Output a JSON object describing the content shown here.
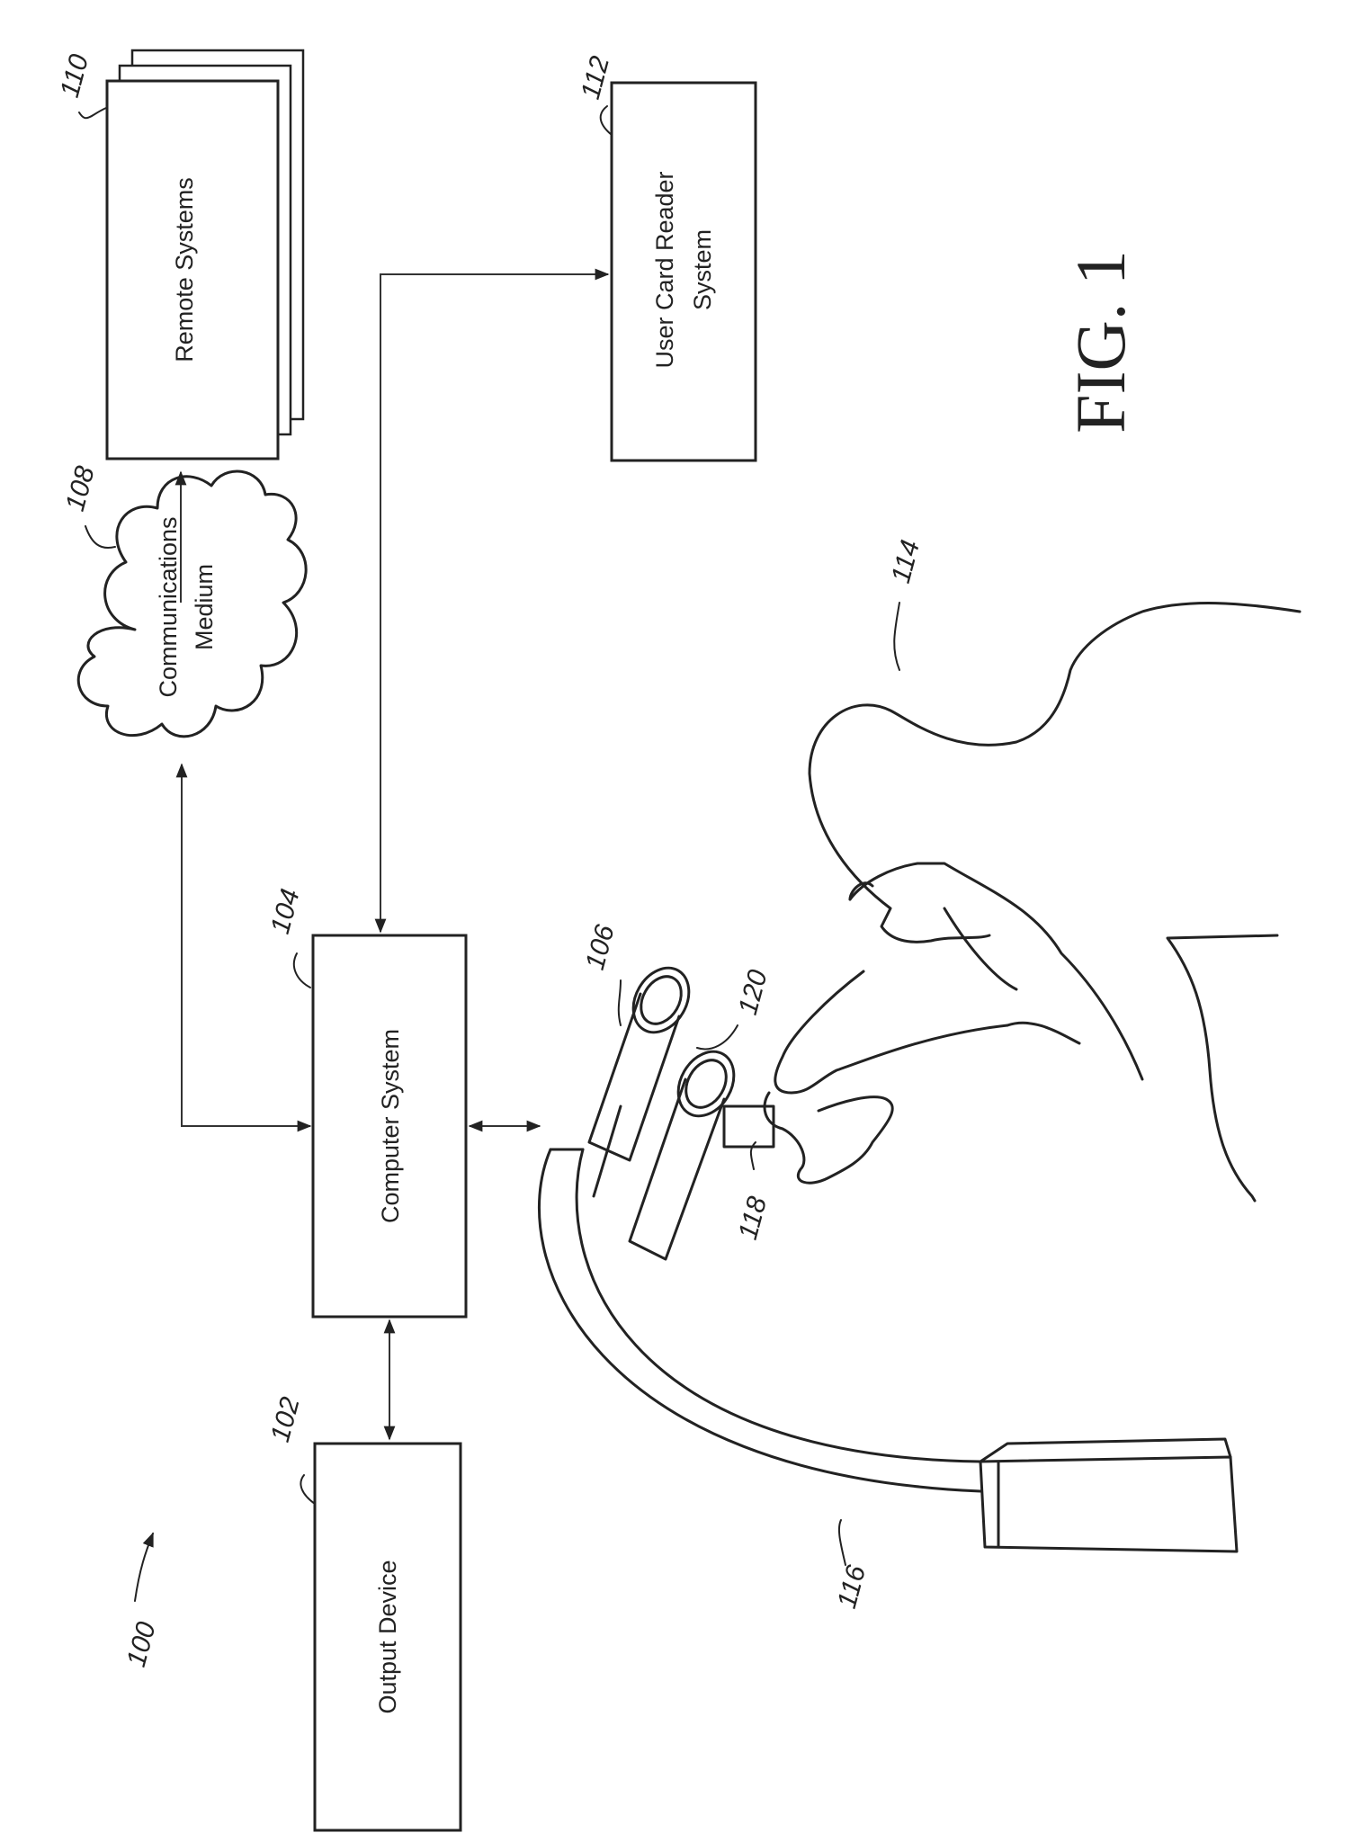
{
  "figure": {
    "title": "FIG. 1",
    "system_ref": "100"
  },
  "blocks": {
    "output_device": {
      "label": "Output Device",
      "ref": "102"
    },
    "computer_system": {
      "label": "Computer System",
      "ref": "104"
    },
    "communications_medium": {
      "line1": "Communications",
      "line2": "Medium",
      "ref": "108"
    },
    "remote_systems": {
      "label": "Remote Systems",
      "ref": "110"
    },
    "user_card_reader": {
      "line1": "User Card Reader",
      "line2": "System",
      "ref": "112"
    }
  },
  "illustration": {
    "input_device_ref": "106",
    "user_ref": "114",
    "stand_ref": "116",
    "handle_ref": "118",
    "eyepiece_ref": "120"
  }
}
